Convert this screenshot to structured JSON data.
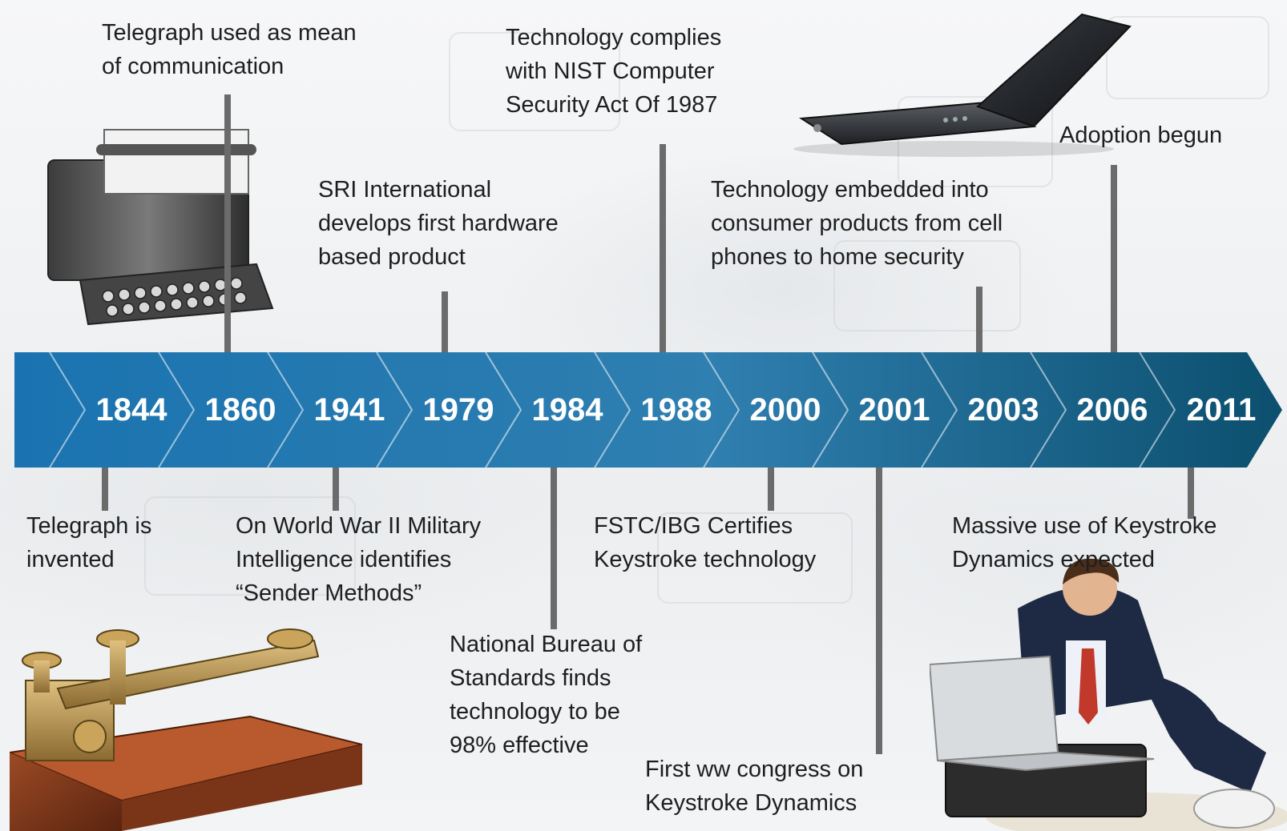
{
  "timeline": {
    "years": [
      "1844",
      "1860",
      "1941",
      "1979",
      "1984",
      "1988",
      "2000",
      "2001",
      "2003",
      "2006",
      "2011"
    ],
    "colors": {
      "band_start": "#1a73b0",
      "band_mid": "#2f7fb0",
      "band_end": "#0c4f6e",
      "connector": "#6b6b6b",
      "text": "#1e1e1e"
    }
  },
  "events_above": [
    {
      "year": "1860",
      "text": "Telegraph used as mean\nof communication"
    },
    {
      "year": "1979",
      "text": "SRI International\ndevelops first hardware\nbased product"
    },
    {
      "year": "1988",
      "text": "Technology complies\nwith NIST Computer\nSecurity Act Of 1987"
    },
    {
      "year": "2003",
      "text": "Technology embedded into\nconsumer products from cell\nphones to home security"
    },
    {
      "year": "2006",
      "text": "Adoption begun"
    }
  ],
  "events_below": [
    {
      "year": "1844",
      "text": "Telegraph is\ninvented"
    },
    {
      "year": "1941",
      "text": "On World War II Military\nIntelligence identifies\n“Sender Methods”"
    },
    {
      "year": "1984",
      "text": "National Bureau of\nStandards finds\ntechnology to be\n98% effective"
    },
    {
      "year": "2000",
      "text": "FSTC/IBG Certifies\nKeystroke technology"
    },
    {
      "year": "2001",
      "text": "First ww congress on\nKeystroke Dynamics"
    },
    {
      "year": "2011",
      "text": "Massive use of Keystroke\nDynamics            expected"
    }
  ],
  "images": [
    "teleprinter-illustration",
    "flip-phone-illustration",
    "telegraph-key-illustration",
    "businessman-laptop-illustration"
  ]
}
